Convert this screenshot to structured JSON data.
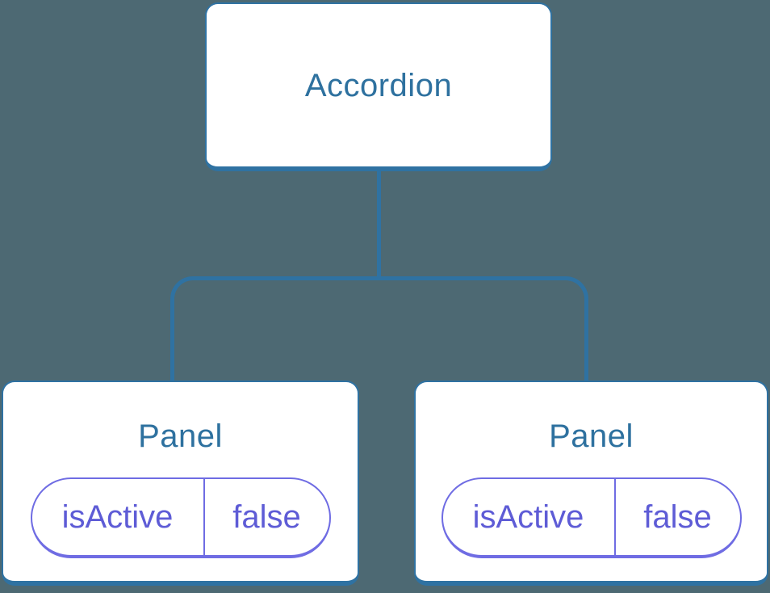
{
  "diagram": {
    "type": "component-tree",
    "colors": {
      "background": "#4d6973",
      "node_fill": "#ffffff",
      "node_border_blue": "#2f72a2",
      "node_text_blue": "#2e719f",
      "pill_border_purple": "#6f6ce3",
      "pill_text_purple": "#5e5cd6"
    },
    "tree": {
      "root": {
        "label": "Accordion"
      },
      "children": [
        {
          "label": "Panel",
          "state": {
            "key": "isActive",
            "value": "false"
          }
        },
        {
          "label": "Panel",
          "state": {
            "key": "isActive",
            "value": "false"
          }
        }
      ]
    }
  }
}
